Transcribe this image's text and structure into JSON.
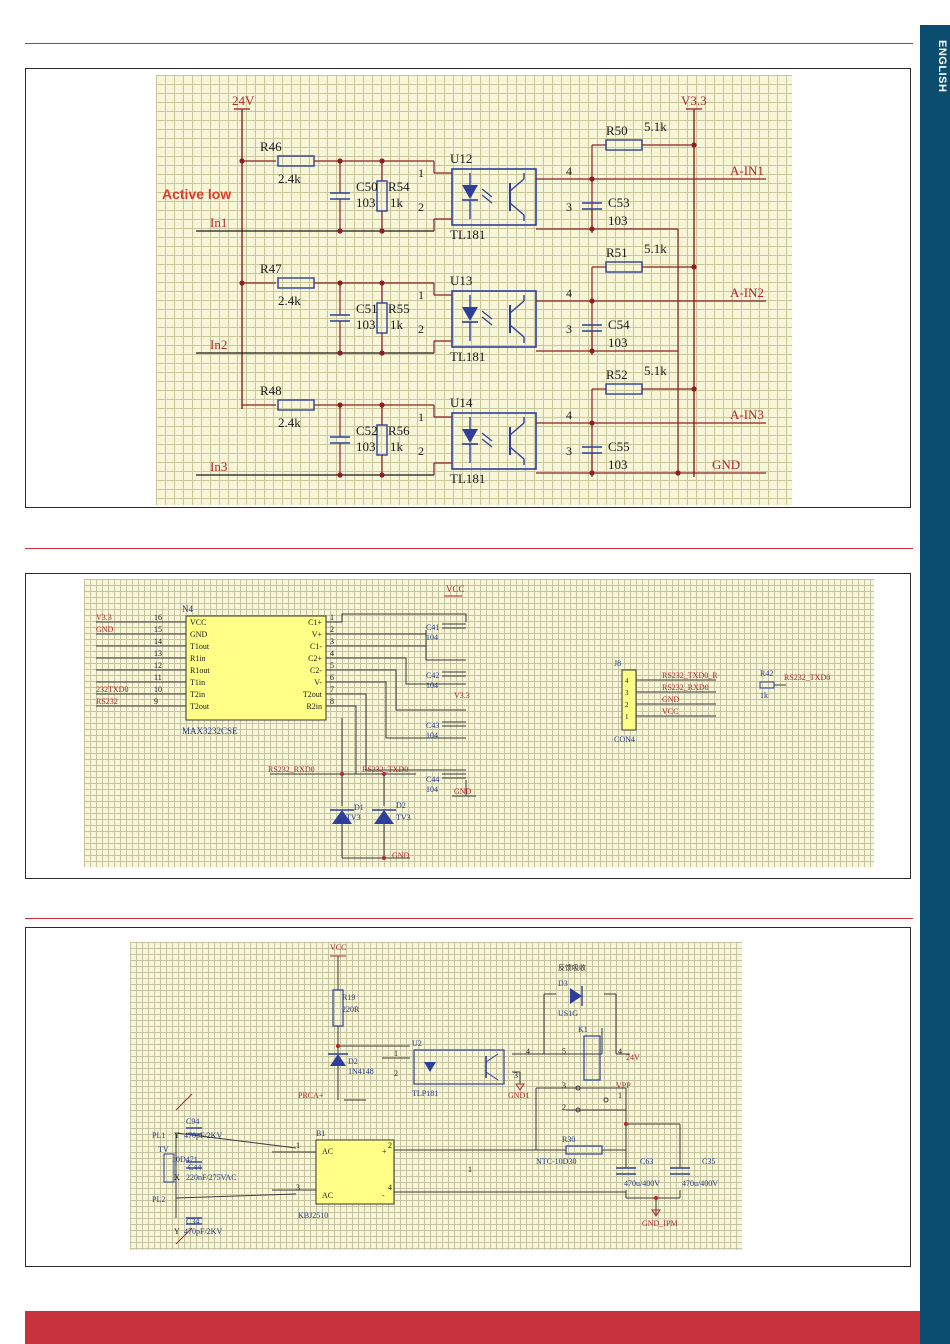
{
  "sidebar": {
    "label": "ENGLISH"
  },
  "diagram1": {
    "note": "Active low",
    "power_24v": "24V",
    "power_v33": "V3.3",
    "channels": [
      {
        "input": "In1",
        "r_in": "R46",
        "r_in_val": "2.4k",
        "cap": "C50",
        "cap_val": "103",
        "r_sh": "R54",
        "r_sh_val": "1k",
        "opto": "U12",
        "opto_part": "TL181",
        "pin1": "1",
        "pin2": "2",
        "pin3": "3",
        "pin4": "4",
        "r_pu": "R50",
        "r_pu_val": "5.1k",
        "cap_out": "C53",
        "cap_out_val": "103",
        "output": "A-IN1"
      },
      {
        "input": "In2",
        "r_in": "R47",
        "r_in_val": "2.4k",
        "cap": "C51",
        "cap_val": "103",
        "r_sh": "R55",
        "r_sh_val": "1k",
        "opto": "U13",
        "opto_part": "TL181",
        "pin1": "1",
        "pin2": "2",
        "pin3": "3",
        "pin4": "4",
        "r_pu": "R51",
        "r_pu_val": "5.1k",
        "cap_out": "C54",
        "cap_out_val": "103",
        "output": "A-IN2"
      },
      {
        "input": "In3",
        "r_in": "R48",
        "r_in_val": "2.4k",
        "cap": "C52",
        "cap_val": "103",
        "r_sh": "R56",
        "r_sh_val": "1k",
        "opto": "U14",
        "opto_part": "TL181",
        "pin1": "1",
        "pin2": "2",
        "pin3": "3",
        "pin4": "4",
        "r_pu": "R52",
        "r_pu_val": "5.1k",
        "cap_out": "C55",
        "cap_out_val": "103",
        "output": "A-IN3"
      }
    ],
    "gnd": "GND"
  },
  "diagram2": {
    "vcc": "VCC",
    "chip_ref": "N4",
    "chip_part": "MAX3232CSE",
    "left_pins": [
      {
        "num": "16",
        "name": "VCC",
        "net": "V3.3"
      },
      {
        "num": "15",
        "name": "GND",
        "net": "GND"
      },
      {
        "num": "14",
        "name": "T1out",
        "net": ""
      },
      {
        "num": "13",
        "name": "R1in",
        "net": ""
      },
      {
        "num": "12",
        "name": "R1out",
        "net": ""
      },
      {
        "num": "11",
        "name": "T1in",
        "net": ""
      },
      {
        "num": "10",
        "name": "T2in",
        "net": "232TXD0"
      },
      {
        "num": "9",
        "name": "T2out",
        "net": "RS232"
      }
    ],
    "right_pins": [
      {
        "num": "1",
        "name": "C1+"
      },
      {
        "num": "2",
        "name": "V+"
      },
      {
        "num": "3",
        "name": "C1-"
      },
      {
        "num": "4",
        "name": "C2+"
      },
      {
        "num": "5",
        "name": "C2-"
      },
      {
        "num": "6",
        "name": "V-"
      },
      {
        "num": "7",
        "name": "T2out"
      },
      {
        "num": "8",
        "name": "R2in"
      }
    ],
    "caps": [
      {
        "ref": "C41",
        "val": "104"
      },
      {
        "ref": "C42",
        "val": "104"
      },
      {
        "ref": "C43",
        "val": "104"
      },
      {
        "ref": "C44",
        "val": "104"
      }
    ],
    "v33_net": "V3.3",
    "gnd_net": "GND",
    "rxd_net": "RS232_RXD0",
    "txd_net": "RS232_TXD0",
    "d1": "D1",
    "d1_part": "TV3",
    "d2": "D2",
    "d2_part": "TV3",
    "gnd_bottom": "GND",
    "connector": {
      "ref": "J8",
      "part": "CON4",
      "pins": [
        {
          "num": "4",
          "net": "RS232_TXD0_R"
        },
        {
          "num": "3",
          "net": "RS232_RXD0"
        },
        {
          "num": "2",
          "net": "GND"
        },
        {
          "num": "1",
          "net": "VCC"
        }
      ]
    },
    "r42": "R42",
    "r42_val": "1k",
    "r42_net": "RS232_TXD0"
  },
  "diagram3": {
    "vcc": "VCC",
    "r19": "R19",
    "r19_val": "220R",
    "d2": "D2",
    "d2_part": "1N4148",
    "prca": "PRCA+",
    "u2": "U2",
    "u2_part": "TLP181",
    "pin1": "1",
    "pin2": "2",
    "pin3": "3",
    "pin4": "4",
    "d3_note": "反馈吸收",
    "d3": "D3",
    "d3_part": "US1G",
    "k1": "K1",
    "k1_pin5": "5",
    "k1_pin4": "4",
    "k1_pin3": "3",
    "k1_pin2": "2",
    "k1_pin1": "1",
    "v24": "24V",
    "vpp": "VPP",
    "gnd1": "GND1",
    "r30": "R30",
    "r30_part": "NTC-10D30",
    "c63": "C63",
    "c63_val": "470u/400V",
    "c35": "C35",
    "c35_val": "470u/400V",
    "gnd_ipm": "GND_IPM",
    "pl1": "PL1",
    "pl2": "PL2",
    "c94": "C94",
    "c94_val": "470pF/2KV",
    "tv": "TV",
    "tv_part": "10D471",
    "c44": "C44",
    "c44_val": "220nF/275VAC",
    "c34": "C34",
    "c34_val": "470pF/2KV",
    "y_label": "Y",
    "x_label": "X",
    "bridge_ref": "B1",
    "bridge_part": "KBJ2510",
    "ac": "AC",
    "plus": "+",
    "minus": "-",
    "b_pin1": "1",
    "b_pin2": "2",
    "b_pin3": "3",
    "b_pin4": "4",
    "mid_label": "1"
  }
}
